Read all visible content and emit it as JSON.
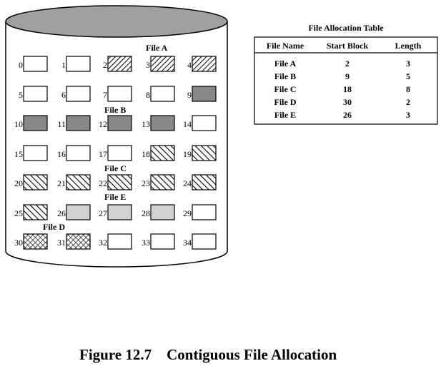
{
  "disk": {
    "blocks": [
      {
        "id": "0",
        "fill": "empty"
      },
      {
        "id": "1",
        "fill": "empty"
      },
      {
        "id": "2",
        "fill": "hatch-a"
      },
      {
        "id": "3",
        "fill": "hatch-a"
      },
      {
        "id": "4",
        "fill": "hatch-a"
      },
      {
        "id": "5",
        "fill": "empty"
      },
      {
        "id": "6",
        "fill": "empty"
      },
      {
        "id": "7",
        "fill": "empty"
      },
      {
        "id": "8",
        "fill": "empty"
      },
      {
        "id": "9",
        "fill": "dark"
      },
      {
        "id": "10",
        "fill": "dark"
      },
      {
        "id": "11",
        "fill": "dark"
      },
      {
        "id": "12",
        "fill": "dark"
      },
      {
        "id": "13",
        "fill": "dark"
      },
      {
        "id": "14",
        "fill": "empty"
      },
      {
        "id": "15",
        "fill": "empty"
      },
      {
        "id": "16",
        "fill": "empty"
      },
      {
        "id": "17",
        "fill": "empty"
      },
      {
        "id": "18",
        "fill": "hatch-c"
      },
      {
        "id": "19",
        "fill": "hatch-c"
      },
      {
        "id": "20",
        "fill": "hatch-c"
      },
      {
        "id": "21",
        "fill": "hatch-c"
      },
      {
        "id": "22",
        "fill": "hatch-c"
      },
      {
        "id": "23",
        "fill": "hatch-c"
      },
      {
        "id": "24",
        "fill": "hatch-c"
      },
      {
        "id": "25",
        "fill": "hatch-c"
      },
      {
        "id": "26",
        "fill": "light"
      },
      {
        "id": "27",
        "fill": "light"
      },
      {
        "id": "28",
        "fill": "light"
      },
      {
        "id": "29",
        "fill": "empty"
      },
      {
        "id": "30",
        "fill": "cross"
      },
      {
        "id": "31",
        "fill": "cross"
      },
      {
        "id": "32",
        "fill": "empty"
      },
      {
        "id": "33",
        "fill": "empty"
      },
      {
        "id": "34",
        "fill": "empty"
      }
    ],
    "file_labels": [
      "File A",
      "File B",
      "File C",
      "File E",
      "File D"
    ]
  },
  "fat": {
    "title": "File Allocation Table",
    "headers": [
      "File Name",
      "Start Block",
      "Length"
    ],
    "rows": [
      [
        "File A",
        "2",
        "3"
      ],
      [
        "File B",
        "9",
        "5"
      ],
      [
        "File C",
        "18",
        "8"
      ],
      [
        "File D",
        "30",
        "2"
      ],
      [
        "File E",
        "26",
        "3"
      ]
    ]
  },
  "caption": "Figure 12.7    Contiguous File Allocation",
  "colors": {
    "top_ellipse": "#a0a0a0",
    "dark_block": "#888888",
    "light_block": "#d2d2d2",
    "stroke": "#000000"
  }
}
